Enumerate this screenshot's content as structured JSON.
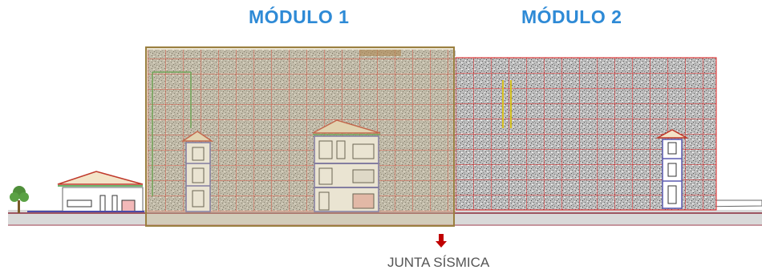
{
  "modules": [
    {
      "label": "MÓDULO 1"
    },
    {
      "label": "MÓDULO 2"
    }
  ],
  "seismic_joint": {
    "label": "JUNTA SÍSMICA",
    "arrow_icon": "down-arrow-icon",
    "arrow_color": "#c00000"
  },
  "colors": {
    "module_label": "#2e8ad6",
    "highlight_fill": "#c9b98a",
    "highlight_border": "#9a7f3f",
    "grid_lines": "#e02020",
    "texture": "#9a9a9a",
    "ground": "#8a2a3a"
  }
}
